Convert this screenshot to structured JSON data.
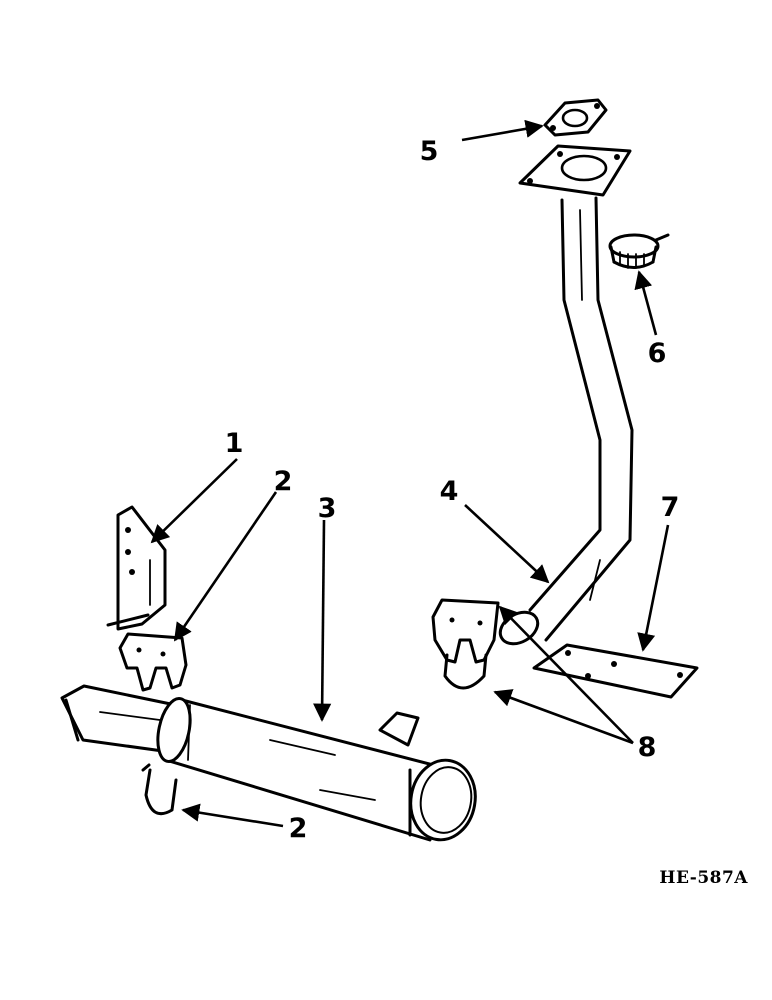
{
  "callouts": {
    "c1": "1",
    "c2a": "2",
    "c2b": "2",
    "c3": "3",
    "c4": "4",
    "c5": "5",
    "c6": "6",
    "c7": "7",
    "c8": "8"
  },
  "figure_ref": "HE-587A"
}
